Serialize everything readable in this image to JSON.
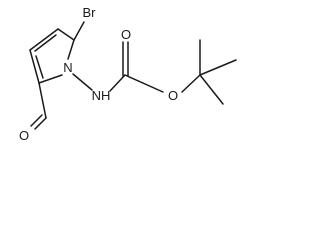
{
  "molecule": {
    "atoms": {
      "bromine": "Br",
      "ring_nitrogen": "N",
      "nh_group": "NH",
      "carbamate_oxygen": "O",
      "carbonyl_oxygen": "O",
      "aldehyde_oxygen": "O"
    }
  }
}
